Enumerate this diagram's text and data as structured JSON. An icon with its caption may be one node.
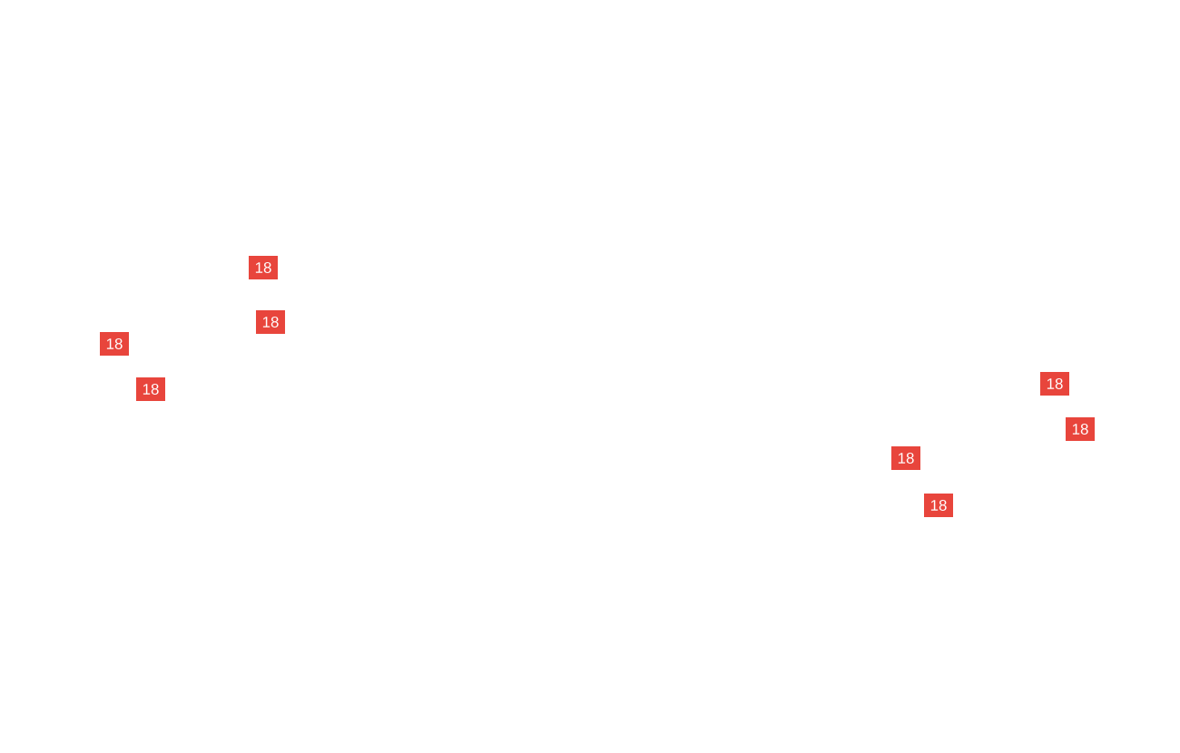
{
  "diagram": {
    "nodes": [
      {
        "text": [
          "18"
        ]
      },
      {
        "text": [
          "18"
        ]
      },
      {
        "text": [
          "18"
        ]
      },
      {
        "text": [
          "18"
        ]
      },
      {
        "text": [
          "18"
        ]
      },
      {
        "text": [
          "18"
        ]
      },
      {
        "text": [
          "18"
        ]
      },
      {
        "text": [
          "18"
        ]
      }
    ]
  }
}
